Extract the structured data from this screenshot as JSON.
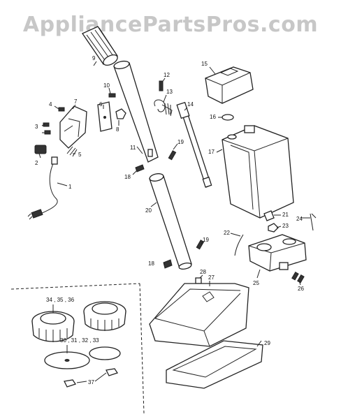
{
  "watermark": "AppliancePartsPros.com",
  "parts": {
    "p1": "1",
    "p2": "2",
    "p3": "3",
    "p4": "4",
    "p5": "5",
    "p6": "6",
    "p7": "7",
    "p8": "8",
    "p9": "9",
    "p10": "10",
    "p11": "11",
    "p12": "12",
    "p13": "13",
    "p14": "14",
    "p15": "15",
    "p16": "16",
    "p17": "17",
    "p18a": "18",
    "p18b": "18",
    "p19a": "19",
    "p19b": "19",
    "p20": "20",
    "p21": "21",
    "p22": "22",
    "p23": "23",
    "p24": "24",
    "p25": "25",
    "p26": "26",
    "p27": "27",
    "p28": "28",
    "p29": "29",
    "p30group": "30 , 31 , 32 , 33",
    "p34group": "34 , 35 , 36",
    "p37": "37"
  }
}
